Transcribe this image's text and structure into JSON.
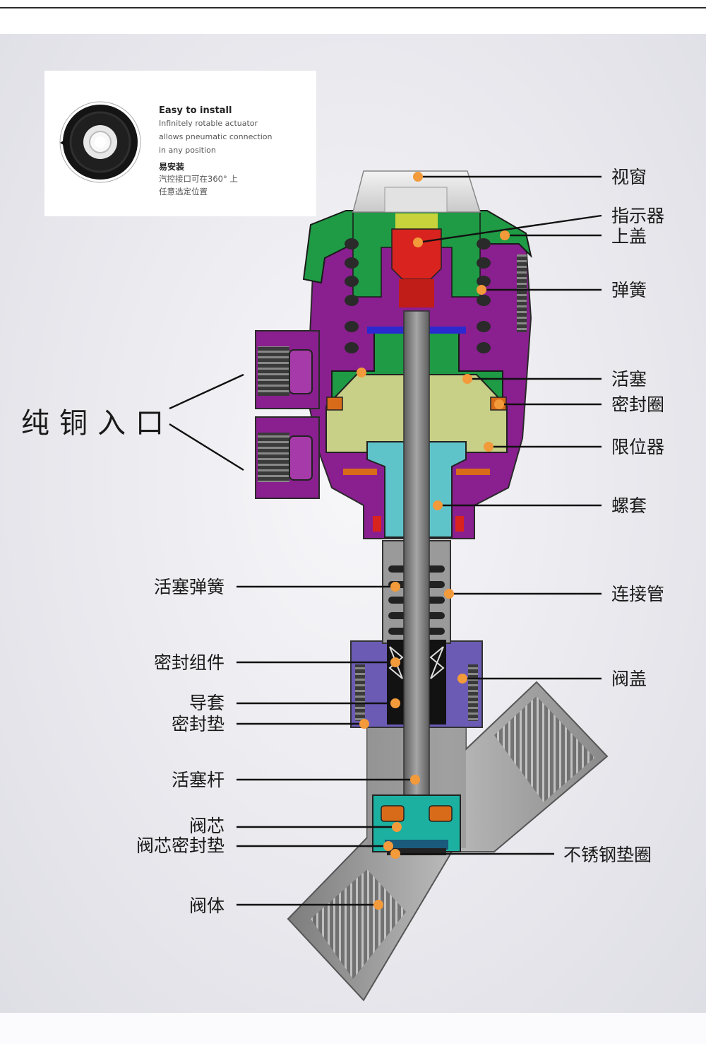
{
  "info_card": {
    "en_title": "Easy to install",
    "en_body": [
      "Infinitely rotable actuator",
      "allows pneumatic connection",
      "in any position"
    ],
    "cn_title": "易安装",
    "cn_body": [
      "汽控接口可在360°  上",
      "任意选定位置"
    ]
  },
  "inlet_label": "纯铜入口",
  "labels": {
    "right": [
      "视窗",
      "指示器",
      "上盖",
      "弹簧",
      "活塞",
      "密封圈",
      "限位器",
      "螺套",
      "连接管",
      "阀盖",
      "不锈钢垫圈"
    ],
    "left": [
      "活塞弹簧",
      "密封组件",
      "导套",
      "密封垫",
      "活塞杆",
      "阀芯",
      "阀芯密封垫",
      "阀体"
    ]
  },
  "colors": {
    "cap_green": "#1f9a45",
    "actuator_purple": "#8a1f8f",
    "limiter_olive": "#c8cf86",
    "sleeve_teal": "#5fc4c9",
    "bonnet_blue": "#6b5bb5",
    "body_gray": "#9a9a9a",
    "callout_dot": "#f39a3a"
  }
}
